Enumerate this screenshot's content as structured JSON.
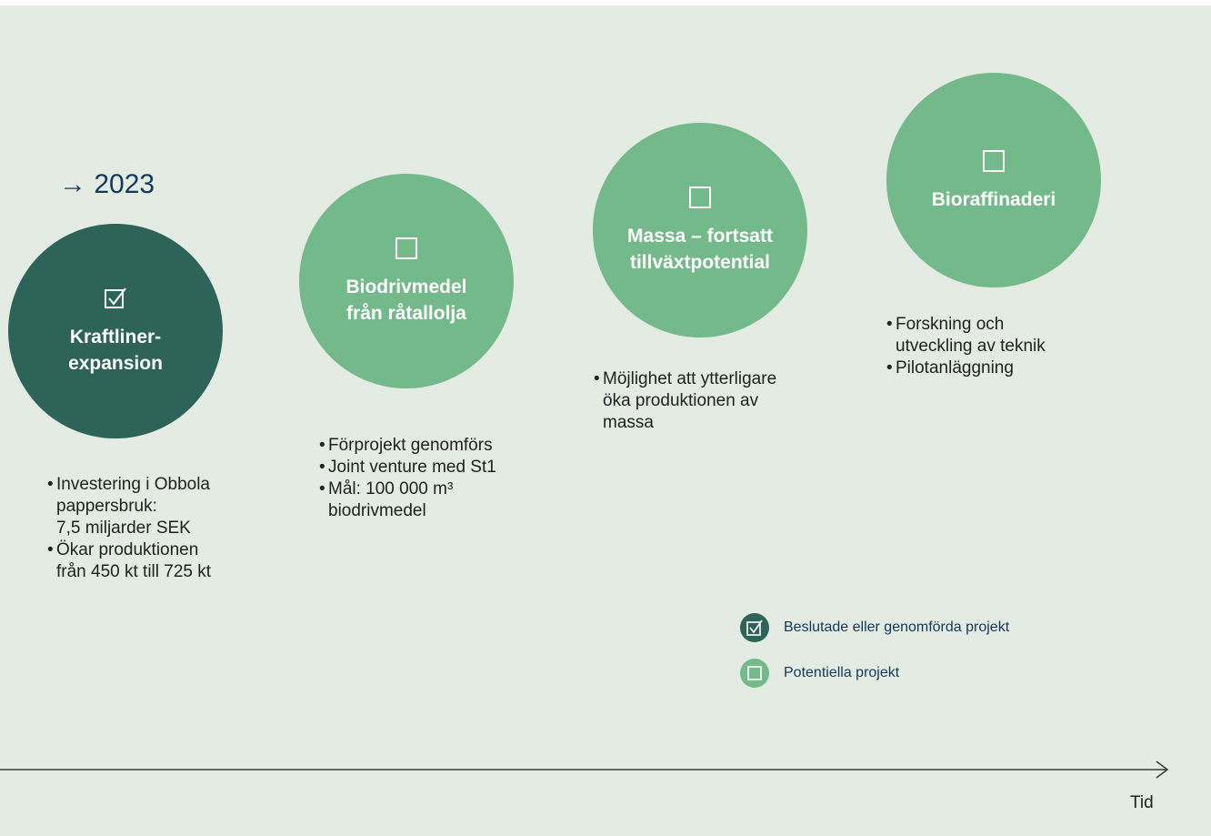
{
  "year_marker": "→ 2023",
  "projects": [
    {
      "status": "decided",
      "title": "Kraftliner-\nexpansion",
      "bullets": [
        "Investering i Obbola\npappersbruk:\n7,5 miljarder SEK",
        "Ökar produktionen\nfrån 450 kt till 725 kt"
      ]
    },
    {
      "status": "potential",
      "title": "Biodrivmedel\nfrån råtallolja",
      "bullets": [
        "Förprojekt genomförs",
        "Joint venture med St1",
        "Mål: 100 000 m³\nbiodrivmedel"
      ]
    },
    {
      "status": "potential",
      "title": "Massa – fortsatt\ntillväxtpotential",
      "bullets": [
        "Möjlighet att ytterligare\nöka produktionen av\nmassa"
      ]
    },
    {
      "status": "potential",
      "title": "Bioraffinaderi",
      "bullets": [
        "Forskning och\nutveckling av teknik",
        "Pilotanläggning"
      ]
    }
  ],
  "legend": {
    "decided": "Beslutade eller genomförda projekt",
    "potential": "Potentiella projekt"
  },
  "axis_label": "Tid",
  "colors": {
    "background": "#e3ebe3",
    "decided": "#2d6358",
    "potential": "#74b98a",
    "year_text": "#123a5c",
    "legend_text": "#123a5c"
  },
  "icons": {
    "decided": "checked-box-icon",
    "potential": "empty-box-icon"
  }
}
